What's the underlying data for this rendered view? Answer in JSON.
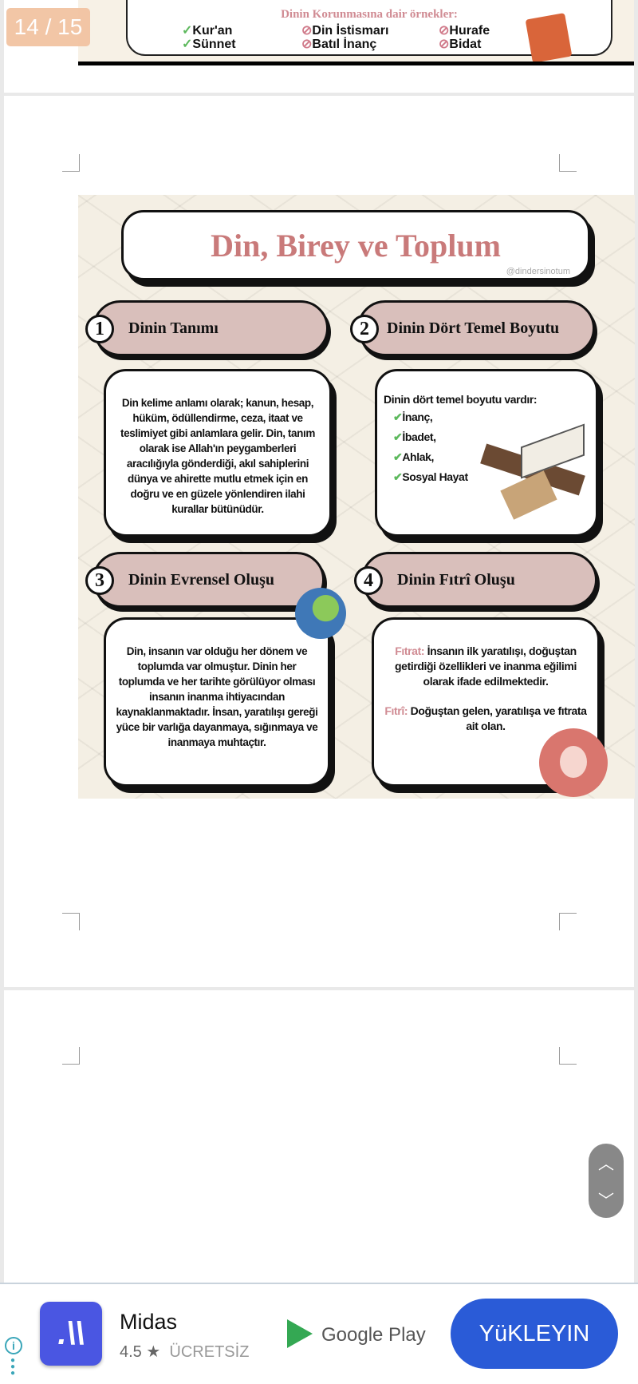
{
  "viewer": {
    "page_counter": "14 / 15"
  },
  "prev_page": {
    "subtitle": "Dinin Korunmasına dair örnekler:",
    "items": [
      "Kur'an",
      "Sünnet",
      "Din İstismarı",
      "Batıl İnanç",
      "Hurafe",
      "Bidat"
    ]
  },
  "infographic": {
    "title": "Din, Birey ve Toplum",
    "watermark": "@dindersinotum",
    "sections": [
      {
        "num": "1",
        "heading": "Dinin Tanımı",
        "text": "Din kelime anlamı olarak; kanun, hesap, hüküm, ödüllendirme, ceza, itaat ve teslimiyet gibi anlamlara gelir. Din, tanım olarak ise Allah'ın peygamberleri aracılığıyla gönderdiği, akıl sahiplerini dünya ve ahirette mutlu etmek için en doğru ve en güzele yönlendiren ilahi kurallar bütünüdür."
      },
      {
        "num": "2",
        "heading": "Dinin Dört Temel Boyutu",
        "intro": "Dinin dört temel boyutu vardır:",
        "items": [
          "İnanç,",
          "İbadet,",
          "Ahlak,",
          "Sosyal Hayat"
        ]
      },
      {
        "num": "3",
        "heading": "Dinin Evrensel Oluşu",
        "text": "Din, insanın var olduğu her dönem ve toplumda var olmuştur. Dinin her toplumda ve her tarihte görülüyor olması insanın inanma ihtiyacından kaynaklanmaktadır. İnsan, yaratılışı gereği yüce bir varlığa dayanmaya, sığınmaya ve inanmaya muhtaçtır."
      },
      {
        "num": "4",
        "heading": "Dinin Fıtrî Oluşu",
        "term1": "Fıtrat:",
        "def1": "İnsanın ilk yaratılışı, doğuştan getirdiği özellikleri ve inanma eğilimi olarak ifade edilmektedir.",
        "term2": "Fıtrî:",
        "def2": "Doğuştan gelen, yaratılışa ve fıtrata ait olan."
      }
    ]
  },
  "ad": {
    "app_name": "Midas",
    "rating": "4.5 ★",
    "price": "ÜCRETSİZ",
    "store": "Google Play",
    "cta": "YüKLEYIN",
    "colors": {
      "icon": "#4a56e2",
      "cta": "#2a5bd7"
    }
  }
}
